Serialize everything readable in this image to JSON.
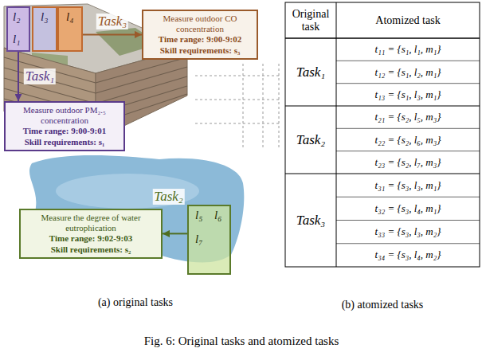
{
  "diagram": {
    "caption": "Fig. 6: Original tasks and atomized tasks",
    "nodes": [
      {
        "text": [
          "l₂",
          "l₁"
        ]
      },
      {
        "text": [
          "l₃"
        ]
      },
      {
        "text": [
          "l₄"
        ]
      },
      {
        "text": [
          "Measure outdoor CO concentration",
          "Time range: 9:00-9:02",
          "Skill requirements: s₃"
        ]
      },
      {
        "text": [
          "Measure outdoor PM₂.₅ concentration",
          "Time range: 9:00-9:01",
          "Skill requirements: s₁"
        ]
      },
      {
        "text": [
          "Measure the degree of water eutrophication",
          "Time range: 9:02-9:03",
          "Skill requirements: s₂"
        ]
      },
      {
        "text": [
          "l₅",
          "l₆",
          "l₇"
        ]
      }
    ],
    "edges": [
      {
        "from": 2,
        "to": 3,
        "label": "Task₃",
        "arrow": "to"
      },
      {
        "from": 0,
        "to": 4,
        "label": "Task₁",
        "arrow": "to"
      },
      {
        "from": 6,
        "to": 5,
        "label": "Task₂",
        "arrow": "to"
      }
    ],
    "labels": [
      "(a) original tasks",
      "Original task",
      "Atomized task",
      "Task₁",
      "t₁₁ = {s₁, l₁, m₁}",
      "t₁₂ = {s₁, l₂, m₁}",
      "t₁₃ = {s₁, l₃, m₁}",
      "Task₂",
      "t₂₁ = {s₂, l₅, m₃}",
      "t₂₂ = {s₂, l₆, m₃}",
      "t₂₃ = {s₂, l₇, m₃}",
      "Task₃",
      "t₃₁ = {s₃, l₃, m₁}",
      "t₃₂ = {s₃, l₄, m₁}",
      "t₃₃ = {s₃, l₃, m₂}",
      "t₃₄ = {s₃, l₄, m₂}",
      "(b) atomized tasks"
    ]
  }
}
